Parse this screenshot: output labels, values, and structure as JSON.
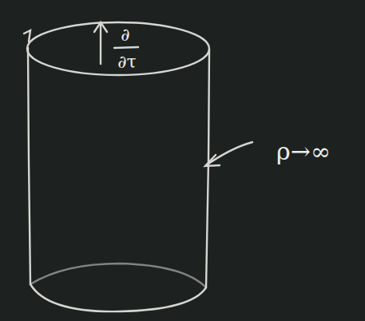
{
  "diagram": {
    "labels": [
      "∂",
      "∂τ",
      "ρ→∞"
    ]
  }
}
